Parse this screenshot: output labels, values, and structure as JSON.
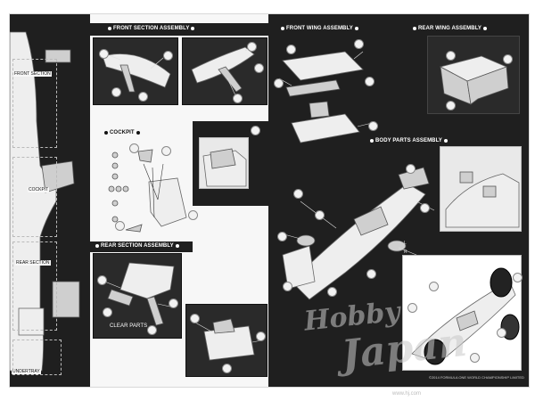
{
  "left_labels": {
    "front_section": "FRONT SECTION",
    "cockpit": "COCKPIT",
    "rear_section": "REAR SECTION",
    "undertray": "UNDERTRAY"
  },
  "sections": {
    "front_section_assembly": "FRONT SECTION ASSEMBLY",
    "cockpit": "COCKPIT",
    "rear_section_assembly": "REAR SECTION ASSEMBLY",
    "clear_parts": "CLEAR PARTS",
    "front_wing_assembly": "FRONT WING ASSEMBLY",
    "rear_wing_assembly": "REAR WING ASSEMBLY",
    "body_parts_assembly": "BODY PARTS ASSEMBLY"
  },
  "marks": {
    "l": "L",
    "r": "R"
  },
  "watermark": {
    "hobby": "Hobby",
    "japan": "Japan",
    "url": "www.hj.com"
  },
  "footer": "©2014 FORMULA ONE WORLD CHAMPIONSHIP LIMITED"
}
